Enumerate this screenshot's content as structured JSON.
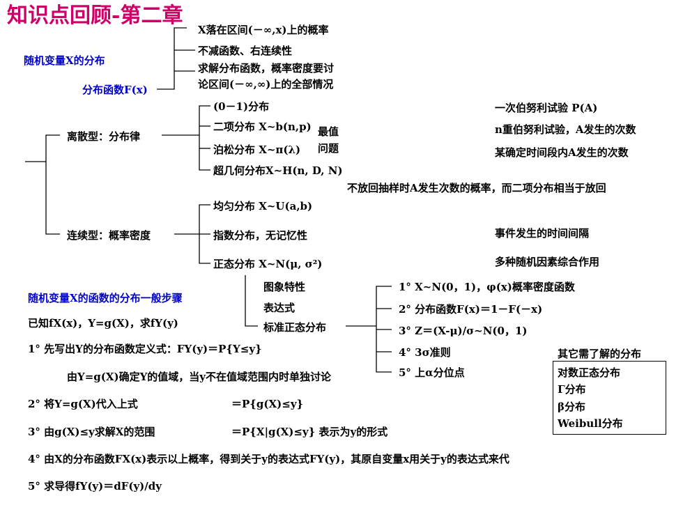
{
  "title": "知识点回顾-第二章",
  "dist_function": {
    "rv_label": "随机变量X的分布",
    "fx_label": "分布函数F(x)",
    "items": [
      "X落在区间(－∞,x)上的概率",
      "不减函数、右连续性",
      "求解分布函数，概率密度要讨",
      "论区间(－∞,∞)上的全部情况"
    ]
  },
  "discrete": {
    "label": "离散型：分布律",
    "items": [
      "(0－1)分布",
      "二项分布 X~b(n,p)",
      "泊松分布 X~π(λ)",
      "超几何分布X~H(n, D, N)"
    ],
    "extreme_1": "最值",
    "extreme_2": "问题",
    "notes": [
      "一次伯努利试验 P(A)",
      "n重伯努利试验，A发生的次数",
      "某确定时间段内A发生的次数"
    ],
    "hypergeo_note": "不放回抽样时A发生次数的概率，而二项分布相当于放回"
  },
  "continuous": {
    "label": "连续型：概率密度",
    "items": [
      "均匀分布 X~U(a,b)",
      "指数分布，无记忆性",
      "正态分布 X~N(μ, σ²)"
    ],
    "notes": [
      "事件发生的时间间隔",
      "多种随机因素综合作用"
    ]
  },
  "normal_branch": {
    "items": [
      "图象特性",
      "表达式",
      "标准正态分布"
    ],
    "standard": [
      "1°  X~N(0，1)，φ(x)概率密度函数",
      "2°  分布函数F(x)＝1－F(－x)",
      "3°  Z＝(X-μ)/σ~N(0，1)",
      "4°  3σ准则",
      "5°  上α分位点"
    ]
  },
  "function_steps": {
    "heading": "随机变量X的函数的分布一般步骤",
    "given": "已知fX(x)，Y=g(X)，求fY(y)",
    "step1": "1° 先写出Y的分布函数定义式：FY(y)＝P{Y≤y}",
    "step1_note": "由Y=g(X)确定Y的值域，当y不在值域范围内时单独讨论",
    "step2": "2° 将Y=g(X)代入上式",
    "step2_formula": "＝P{g(X)≤y}",
    "step3": "3° 由g(X)≤y求解X的范围",
    "step3_formula": "＝P{X|g(X)≤y} 表示为y的形式",
    "step4": "4° 由X的分布函数FX(x)表示以上概率，得到关于y的表达式FY(y)，其原自变量x用关于y的表达式来代",
    "step5": "5° 求导得fY(y)＝dF(y)/dy"
  },
  "other_distributions": {
    "heading": "其它需了解的分布",
    "items": [
      "对数正态分布",
      "Γ分布",
      "β分布",
      "Weibull分布"
    ]
  }
}
